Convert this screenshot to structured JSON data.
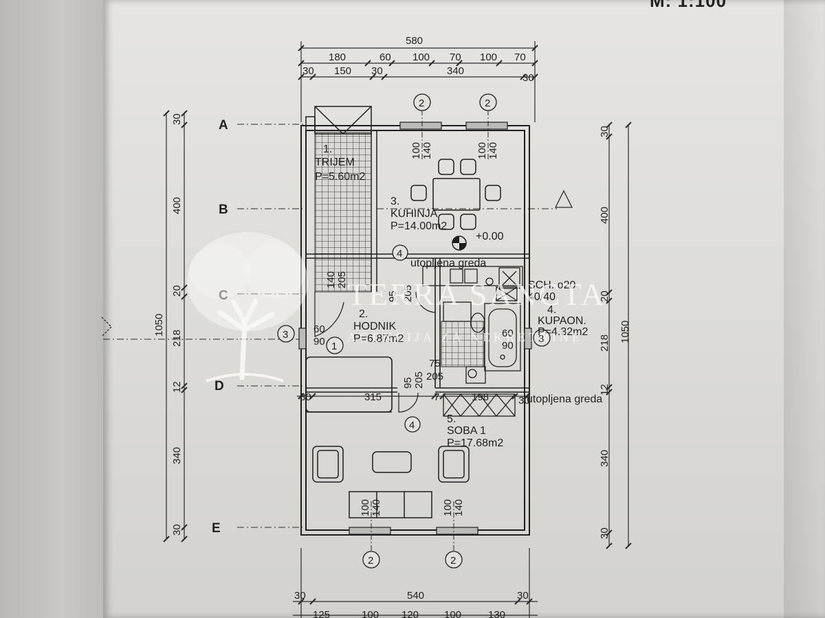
{
  "scale_label": "M: 1:100",
  "top_dims": {
    "overall": "580",
    "row2": [
      "180",
      "60",
      "100",
      "70",
      "100",
      "70"
    ],
    "row3": [
      "30",
      "150",
      "30",
      "340",
      "30"
    ]
  },
  "bottom_dims": {
    "row1": [
      "30",
      "540",
      "30"
    ],
    "row2": [
      "125",
      "100",
      "120",
      "100",
      "130"
    ]
  },
  "left_dims": {
    "overall": "1050",
    "segments": [
      "30",
      "400",
      "20",
      "218",
      "12",
      "340",
      "30"
    ]
  },
  "right_dims": {
    "overall": "1050",
    "segments": [
      "30",
      "400",
      "20",
      "218",
      "12",
      "340",
      "30"
    ]
  },
  "axes": [
    "A",
    "B",
    "C",
    "D",
    "E"
  ],
  "rooms": [
    {
      "number": "1.",
      "name": "TRIJEM",
      "area": "P=5.60m2"
    },
    {
      "number": "3.",
      "name": "KUHINJA",
      "area": "P=14.00m2"
    },
    {
      "number": "2.",
      "name": "HODNIK",
      "area": "P=6.87m2"
    },
    {
      "number": "4.",
      "name": "KUPAON.",
      "area": "P=4.32m2"
    },
    {
      "number": "5.",
      "name": "SOBA 1",
      "area": "P=17.68m2"
    }
  ],
  "annotations": {
    "level": "+0.00",
    "beam_1": "utopljena greda",
    "beam_2": "utopljena greda",
    "chimney_1": "SCH. o20",
    "chimney_2": "40/40",
    "d_row": [
      "30",
      "315",
      "7",
      "198",
      "30"
    ]
  },
  "openings": {
    "window_2": [
      "100",
      "140"
    ],
    "window_3": [
      "60",
      "90"
    ],
    "door_1": [
      "140",
      "205"
    ],
    "door_4": [
      "95",
      "205"
    ],
    "door_bath": [
      "75",
      "205"
    ],
    "door_soba": [
      "95",
      "205"
    ]
  },
  "markers": {
    "window": "2",
    "side_window": "3",
    "door": "4",
    "entry_door": "1"
  },
  "watermark": {
    "name": "TERRA SANCTA",
    "tagline": "AGENCIJA ZA NEKRETNINE"
  }
}
